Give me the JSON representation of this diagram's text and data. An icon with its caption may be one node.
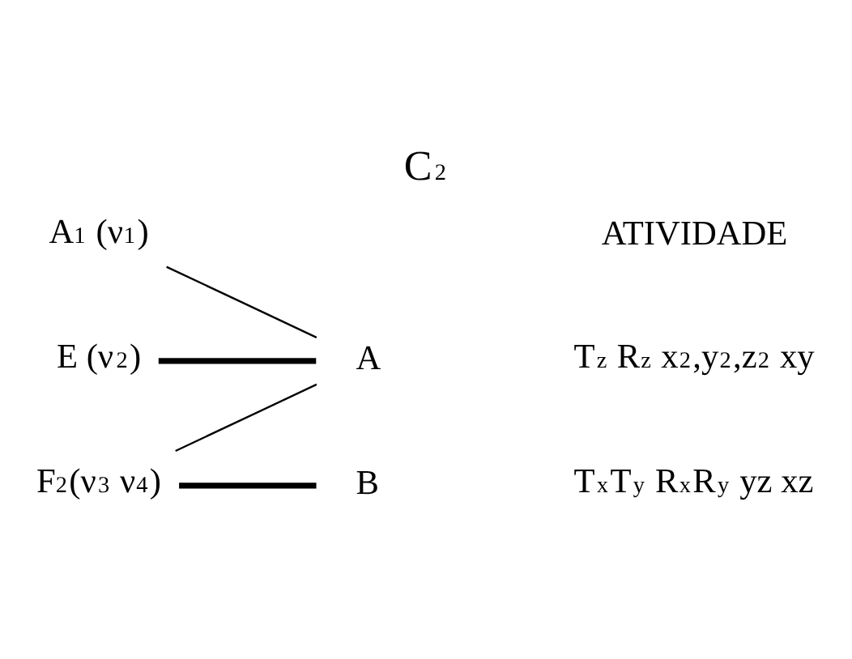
{
  "diagram": {
    "title": "C$_{2}$",
    "nodes": [
      {
        "text": [
          "A$_{1}$ (ν$_{1}$)"
        ]
      },
      {
        "text": [
          "E (ν$_{2}$)"
        ]
      },
      {
        "text": [
          "F$_{2}$(ν$_{3}$ ν$_{4}$)"
        ]
      },
      {
        "text": [
          "A"
        ]
      },
      {
        "text": [
          "B"
        ]
      }
    ],
    "edges": [
      {
        "from": 0,
        "to": 3,
        "arrow": "none"
      },
      {
        "from": 1,
        "to": 3,
        "arrow": "none",
        "style": "thick"
      },
      {
        "from": 2,
        "to": 3,
        "arrow": "none"
      },
      {
        "from": 2,
        "to": 4,
        "arrow": "none",
        "style": "thick"
      }
    ],
    "labels": [
      "ATIVIDADE",
      "T$_{z}$ R$_{z}$ x$^{2}$,y$^{2}$,z$^{2}$ xy",
      "T$_{x}$T$_{y}$ R$_{x}$R$_{y}$ yz xz"
    ]
  }
}
